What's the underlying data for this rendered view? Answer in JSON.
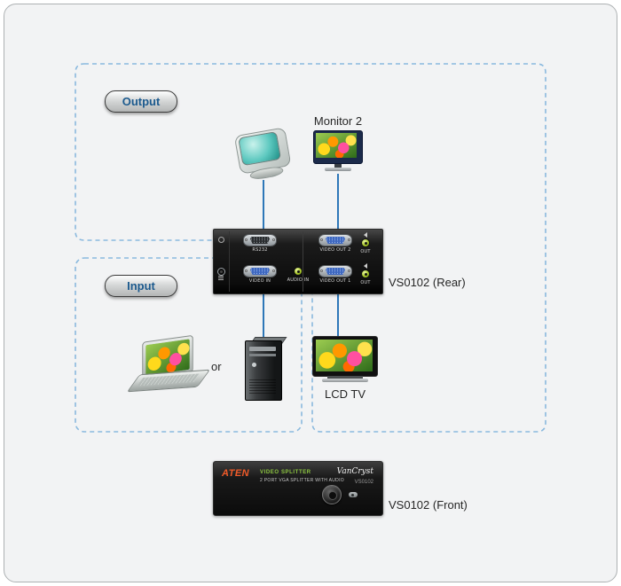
{
  "sections": {
    "output_label": "Output",
    "input_label": "Input"
  },
  "captions": {
    "monitor2": "Monitor 2",
    "or_text": "or",
    "lcd_tv": "LCD TV",
    "rear": "VS0102 (Rear)",
    "front": "VS0102 (Front)"
  },
  "rear_panel": {
    "ports": {
      "rs232": "RS232",
      "video_out2": "VIDEO OUT 2",
      "audio_out2": "OUT",
      "video_in": "VIDEO IN",
      "audio_in": "AUDIO IN",
      "video_out1": "VIDEO OUT 1",
      "audio_out1": "OUT"
    }
  },
  "front_panel": {
    "brand": "ATEN",
    "product": "VIDEO SPLITTER",
    "subtitle": "2 PORT VGA SPLITTER WITH AUDIO",
    "family": "VanCryst",
    "model": "VS0102"
  },
  "colors": {
    "connection_line": "#2e77b8",
    "dashed_zone_border": "#8ab9de",
    "section_label_text": "#1c5a8e",
    "brand_orange": "#f05a28",
    "product_green": "#8cc63f",
    "background": "#f2f3f4"
  },
  "icons": {
    "speaker": "css-triangle",
    "standby_power": "css-circle",
    "ground": "css-stacked-lines"
  }
}
